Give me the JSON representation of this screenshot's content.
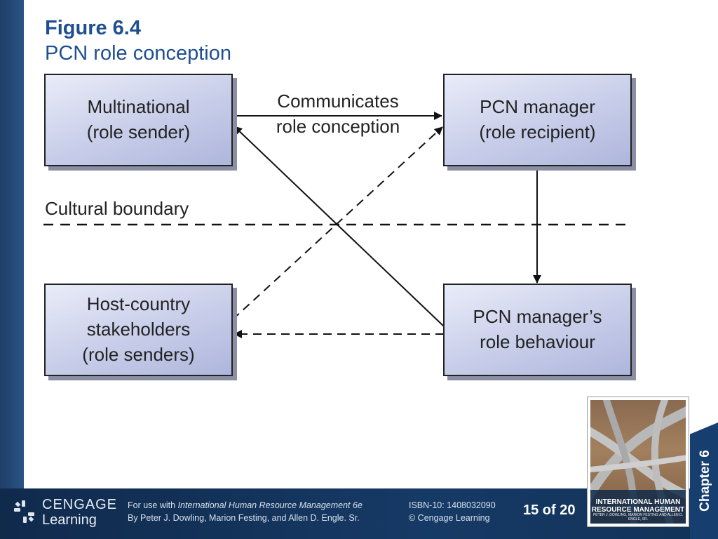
{
  "figure": {
    "title": "Figure 6.4",
    "subtitle": "PCN role conception"
  },
  "diagram": {
    "boxes": {
      "multinational": "Multinational\n(role sender)",
      "pcn_manager": "PCN manager\n(role recipient)",
      "host_country": "Host-country\nstakeholders\n(role senders)",
      "pcn_behaviour": "PCN manager’s\nrole behaviour"
    },
    "arrow_label": "Communicates\nrole conception",
    "boundary_label": "Cultural boundary"
  },
  "footer": {
    "logo_top": "CENGAGE",
    "logo_bottom": "Learning",
    "line1_prefix": "For use with ",
    "line1_book": "International Human Resource Management 6e",
    "line2": "By Peter J. Dowling, Marion Festing, and Allen D. Engle. Sr.",
    "isbn": "ISBN-10: 1408032090",
    "copyright": "© Cengage Learning",
    "page": "15 of 20",
    "cover_title": "INTERNATIONAL HUMAN\nRESOURCE MANAGEMENT",
    "cover_authors": "PETER J. DOWLING, MARION FESTING AND ALLEN D. ENGLE, SR.",
    "chapter": "Chapter 6"
  },
  "colors": {
    "title": "#1f4f8f",
    "footer": "#163a66",
    "box_fill": "#c7cde9"
  }
}
